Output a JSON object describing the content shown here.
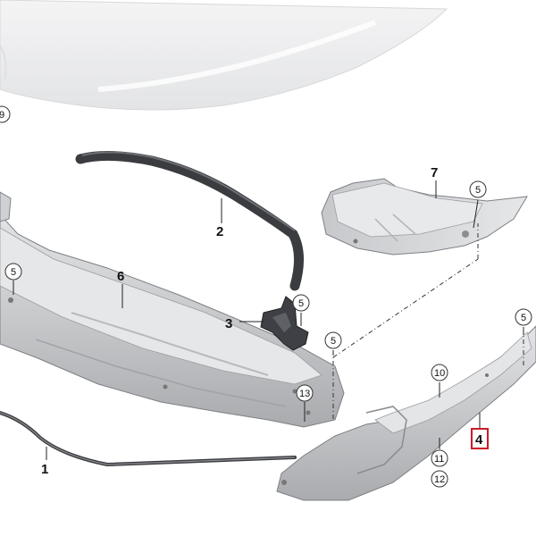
{
  "diagram": {
    "callouts": [
      {
        "id": "c1",
        "label": "1"
      },
      {
        "id": "c2",
        "label": "2"
      },
      {
        "id": "c3",
        "label": "3"
      },
      {
        "id": "c4",
        "label": "4",
        "highlight": "#cc1a2b"
      },
      {
        "id": "c6",
        "label": "6"
      },
      {
        "id": "c7",
        "label": "7"
      }
    ],
    "circled": [
      {
        "id": "k9",
        "label": "9"
      },
      {
        "id": "k5a",
        "label": "5"
      },
      {
        "id": "k5b",
        "label": "5"
      },
      {
        "id": "k5c",
        "label": "5"
      },
      {
        "id": "k5d",
        "label": "5"
      },
      {
        "id": "k5e",
        "label": "5"
      },
      {
        "id": "k10",
        "label": "10"
      },
      {
        "id": "k11",
        "label": "11"
      },
      {
        "id": "k12",
        "label": "12"
      },
      {
        "id": "k13",
        "label": "13"
      }
    ],
    "colors": {
      "part_fill": "#d9dadc",
      "part_shadow": "#a9abae",
      "part_edge": "#7d8084",
      "seal": "#3a3c40",
      "hood": "#eeeeef",
      "highlight": "#cc1a2b"
    }
  }
}
